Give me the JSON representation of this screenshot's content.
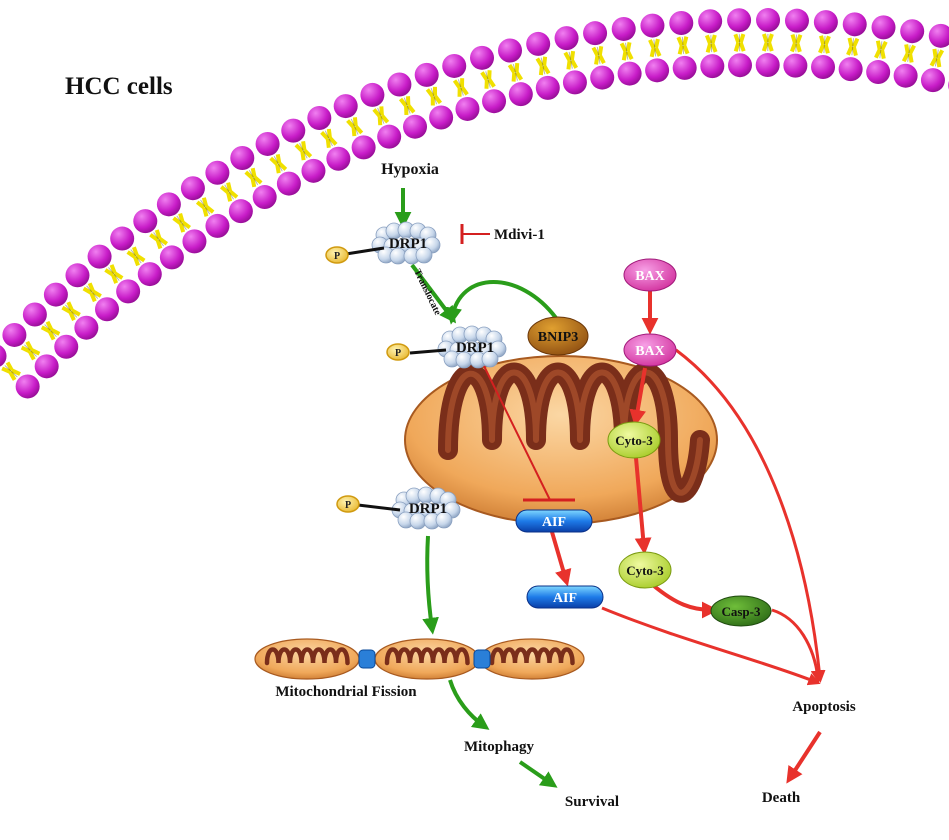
{
  "title": "HCC cells",
  "labels": {
    "hypoxia": "Hypoxia",
    "mdivi": "Mdivi-1",
    "translocate": "Translocate",
    "fission": "Mitochondrial Fission",
    "mitophagy": "Mitophagy",
    "survival": "Survival",
    "apoptosis": "Apoptosis",
    "death": "Death"
  },
  "proteins": {
    "drp1_top": "DRP1",
    "drp1_mid": "DRP1",
    "drp1_low": "DRP1",
    "bnip3": "BNIP3",
    "bax_top": "BAX",
    "bax_mid": "BAX",
    "cyto_inner": "Cyto-3",
    "cyto_outer": "Cyto-3",
    "casp3": "Casp-3",
    "aif_inner": "AIF",
    "aif_outer": "AIF",
    "phospho": "P"
  },
  "colors": {
    "lipid_head": "#cc22cc",
    "lipid_tail": "#f0e000",
    "activation_arrow": "#2a9d1a",
    "apoptosis_arrow": "#e8322c",
    "inhibition": "#d42020",
    "mito_outer": "#e8a860",
    "mito_cristae": "#7a2e1a"
  }
}
